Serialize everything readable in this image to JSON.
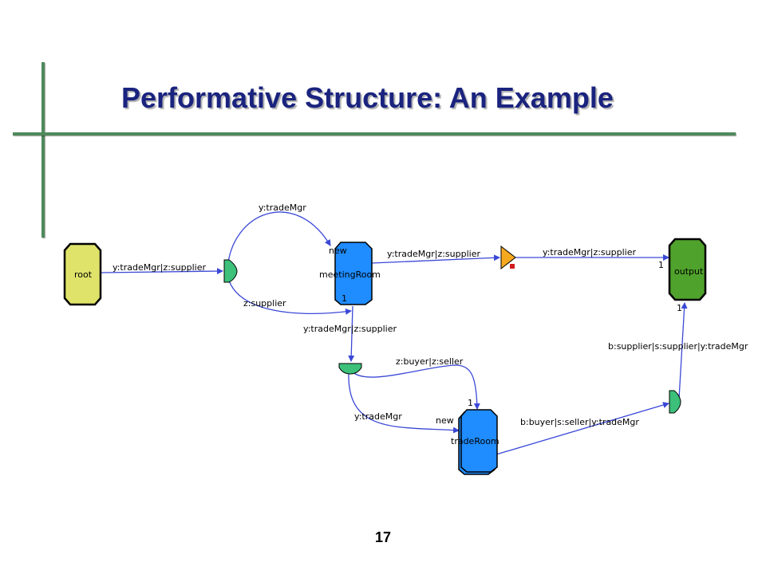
{
  "slide": {
    "title": "Performative Structure: An Example",
    "page_number": "17"
  },
  "colors": {
    "accent_rule": "#4f8a5b",
    "title": "#1a237e",
    "edge": "#3a48d6",
    "root_fill": "#dfe36a",
    "scene_fill": "#1f8cff",
    "output_fill": "#4fa22c",
    "transition_fill": "#3cc07a",
    "triangle_fill": "#f6a91f",
    "marker": "#d11c1c"
  },
  "nodes": {
    "root": "root",
    "meeting_room": "meetingRoom",
    "meeting_room_new": "new",
    "meeting_room_one": "1",
    "trade_room": "tradeRoom",
    "trade_room_new": "new",
    "trade_room_one": "1",
    "output": "output",
    "output_one_top": "1",
    "output_one_bottom": "1"
  },
  "edges": {
    "root_to_t1": "y:tradeMgr|z:supplier",
    "t1_to_meeting_top": "y:tradeMgr",
    "t1_to_meeting_bottom": "z:supplier",
    "meeting_to_triangle": "y:tradeMgr|z:supplier",
    "triangle_to_output": "y:tradeMgr|z:supplier",
    "meeting_to_t2": "y:tradeMgr|z:supplier",
    "t2_to_trade_top": "z:buyer|z:seller",
    "t2_to_trade_bottom": "y:tradeMgr",
    "trade_to_t3": "b:buyer|s:seller|y:tradeMgr",
    "t3_to_output": "b:supplier|s:supplier|y:tradeMgr"
  }
}
